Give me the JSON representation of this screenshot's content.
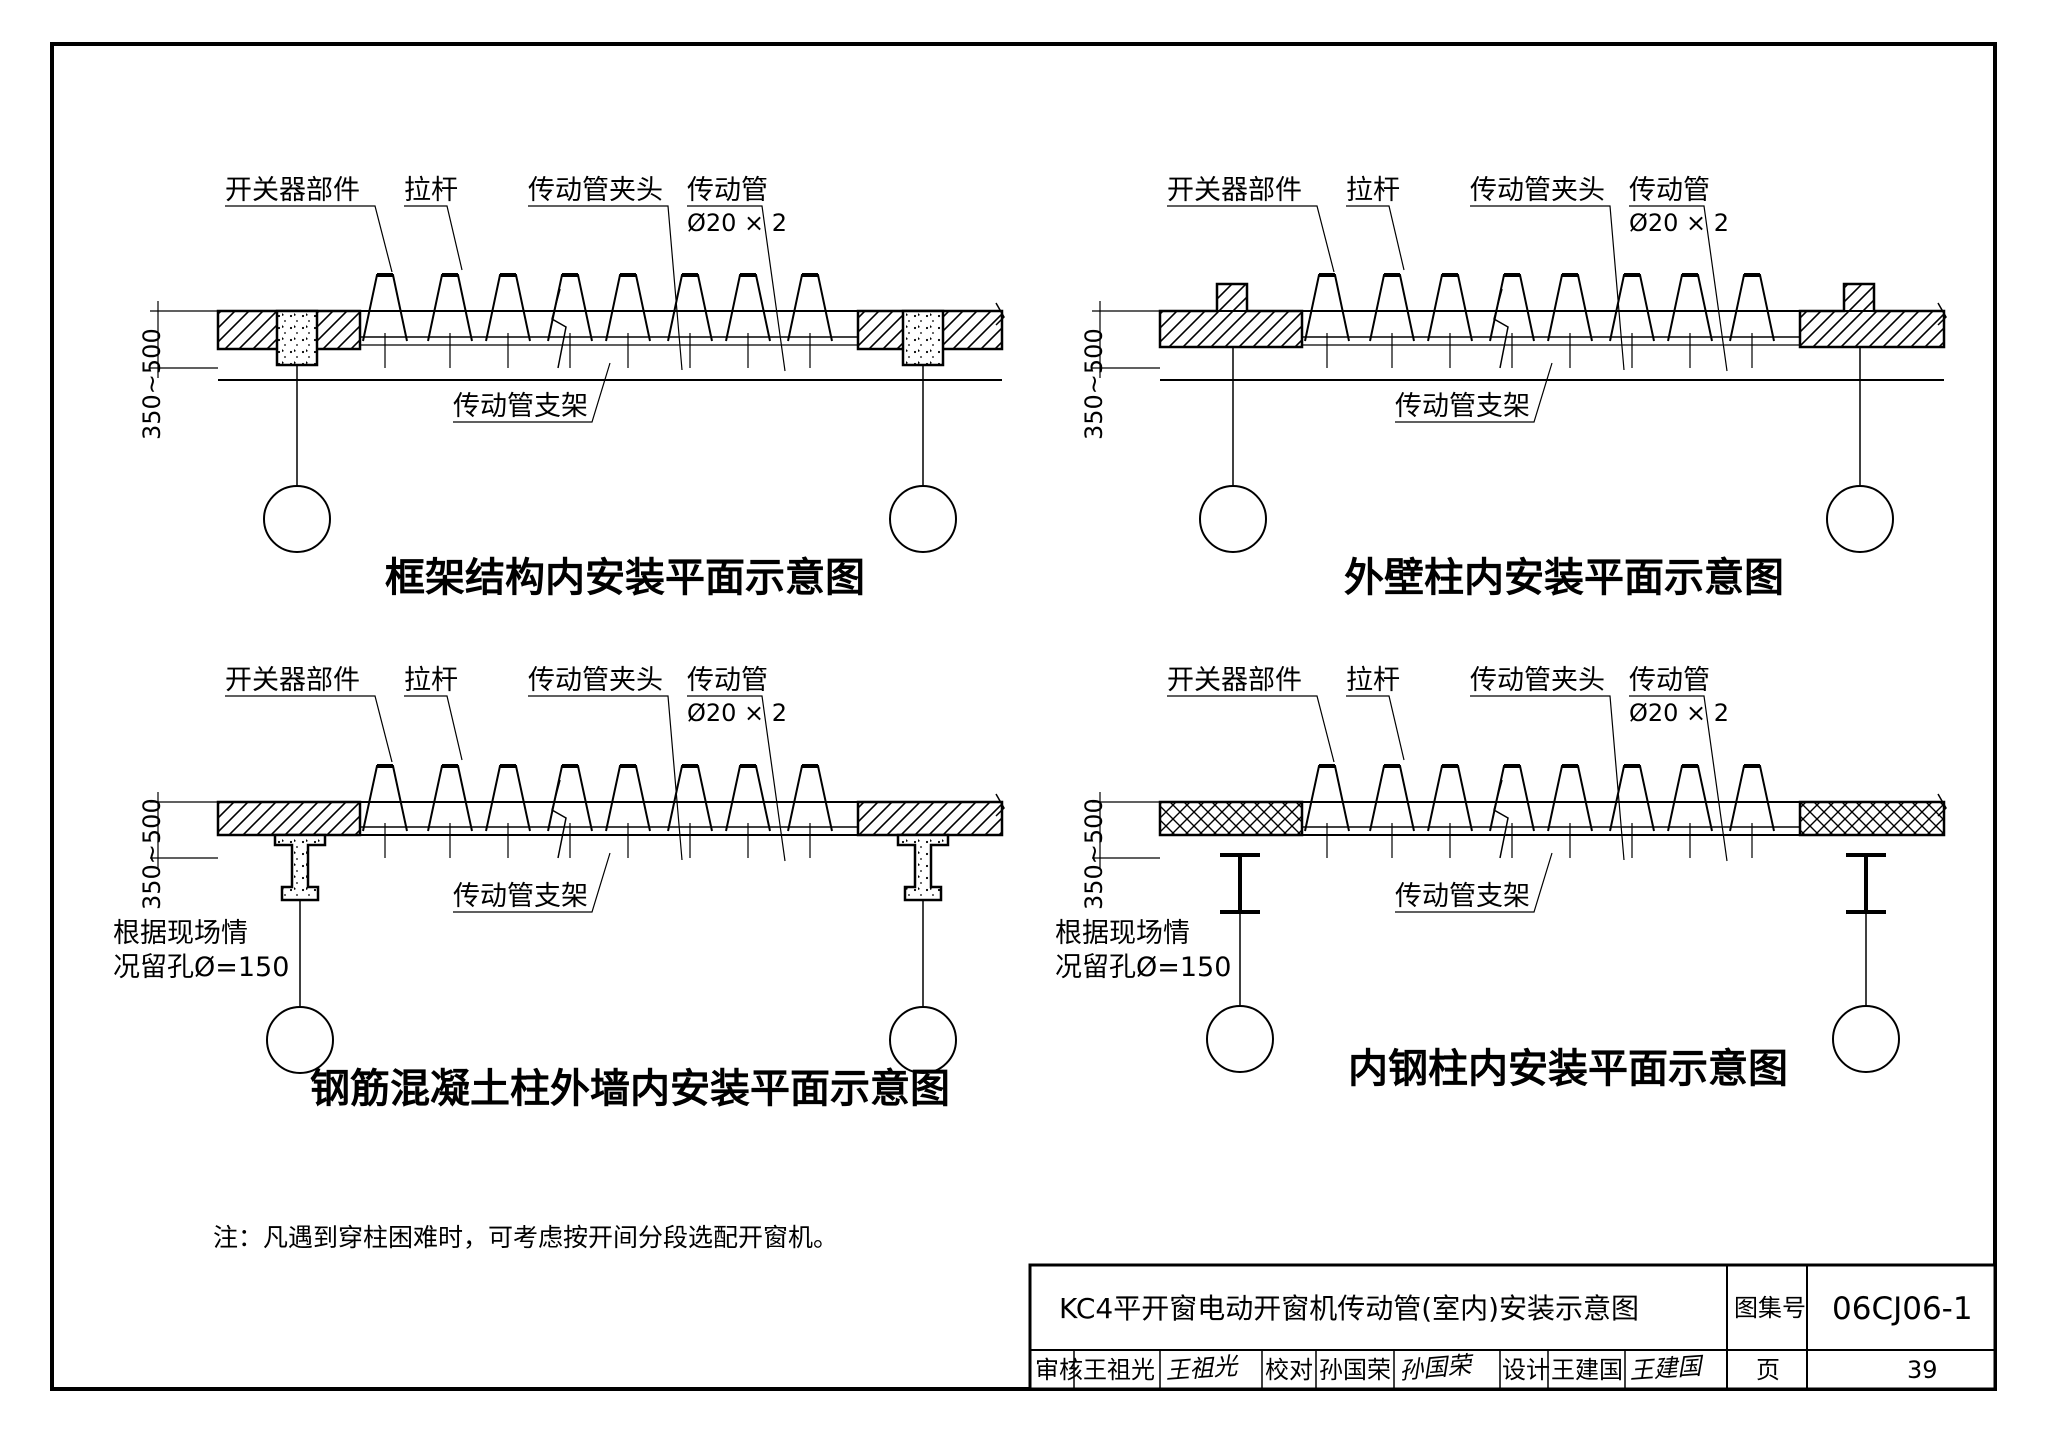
{
  "labels": {
    "switch_part": "开关器部件",
    "pull_rod": "拉杆",
    "tube_clamp": "传动管夹头",
    "drive_tube": "传动管",
    "tube_spec": "Ø20 × 2",
    "tube_support": "传动管支架",
    "dimension": "350~500",
    "reserve_hole_line1": "根据现场情",
    "reserve_hole_line2": "况留孔Ø=150"
  },
  "diagrams": [
    {
      "title": "框架结构内安装平面示意图"
    },
    {
      "title": "外壁柱内安装平面示意图"
    },
    {
      "title": "钢筋混凝土柱外墙内安装平面示意图"
    },
    {
      "title": "内钢柱内安装平面示意图"
    }
  ],
  "note": "注：凡遇到穿柱困难时，可考虑按开间分段选配开窗机。",
  "title_block": {
    "drawing_title": "KC4平开窗电动开窗机传动管(室内)安装示意图",
    "atlas_label": "图集号",
    "atlas_no": "06CJ06-1",
    "review_label": "审核",
    "reviewer": "王祖光",
    "review_sig": "王祖光",
    "check_label": "校对",
    "checker": "孙国荣",
    "check_sig": "孙国荣",
    "design_label": "设计",
    "designer": "王建国",
    "design_sig": "王建国",
    "page_label": "页",
    "page_no": "39"
  }
}
